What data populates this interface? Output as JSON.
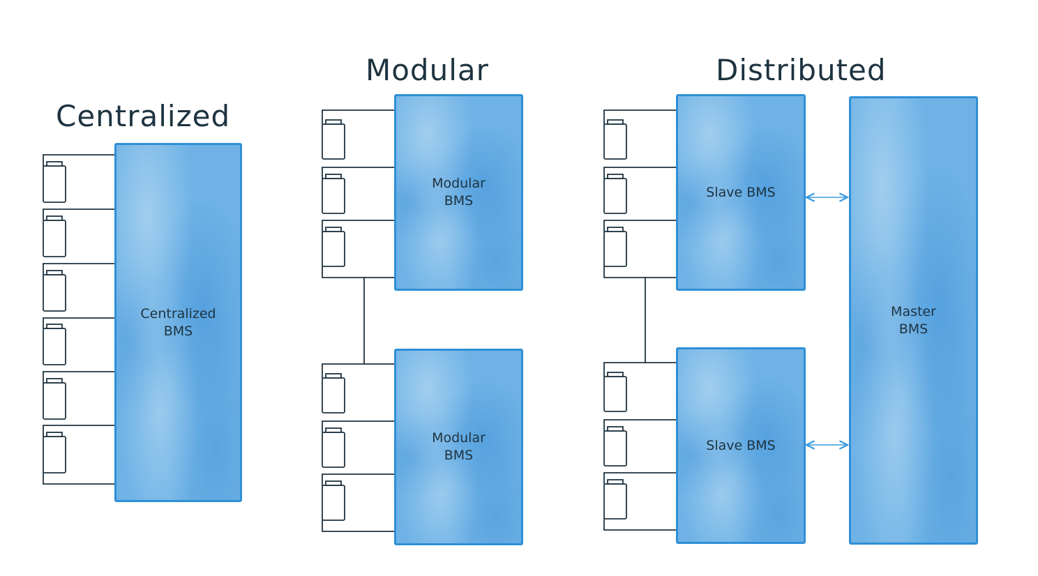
{
  "titles": {
    "centralized": "Centralized",
    "modular": "Modular",
    "distributed": "Distributed"
  },
  "blocks": {
    "centralized": "Centralized\nBMS",
    "modular_top": "Modular\nBMS",
    "modular_bottom": "Modular\nBMS",
    "slave_top": "Slave BMS",
    "slave_bottom": "Slave BMS",
    "master": "Master\nBMS"
  },
  "colors": {
    "block_fill": "#6fb3e6",
    "block_border": "#2f8fd6",
    "wire": "#1e3340",
    "arrow": "#3a9be0"
  }
}
